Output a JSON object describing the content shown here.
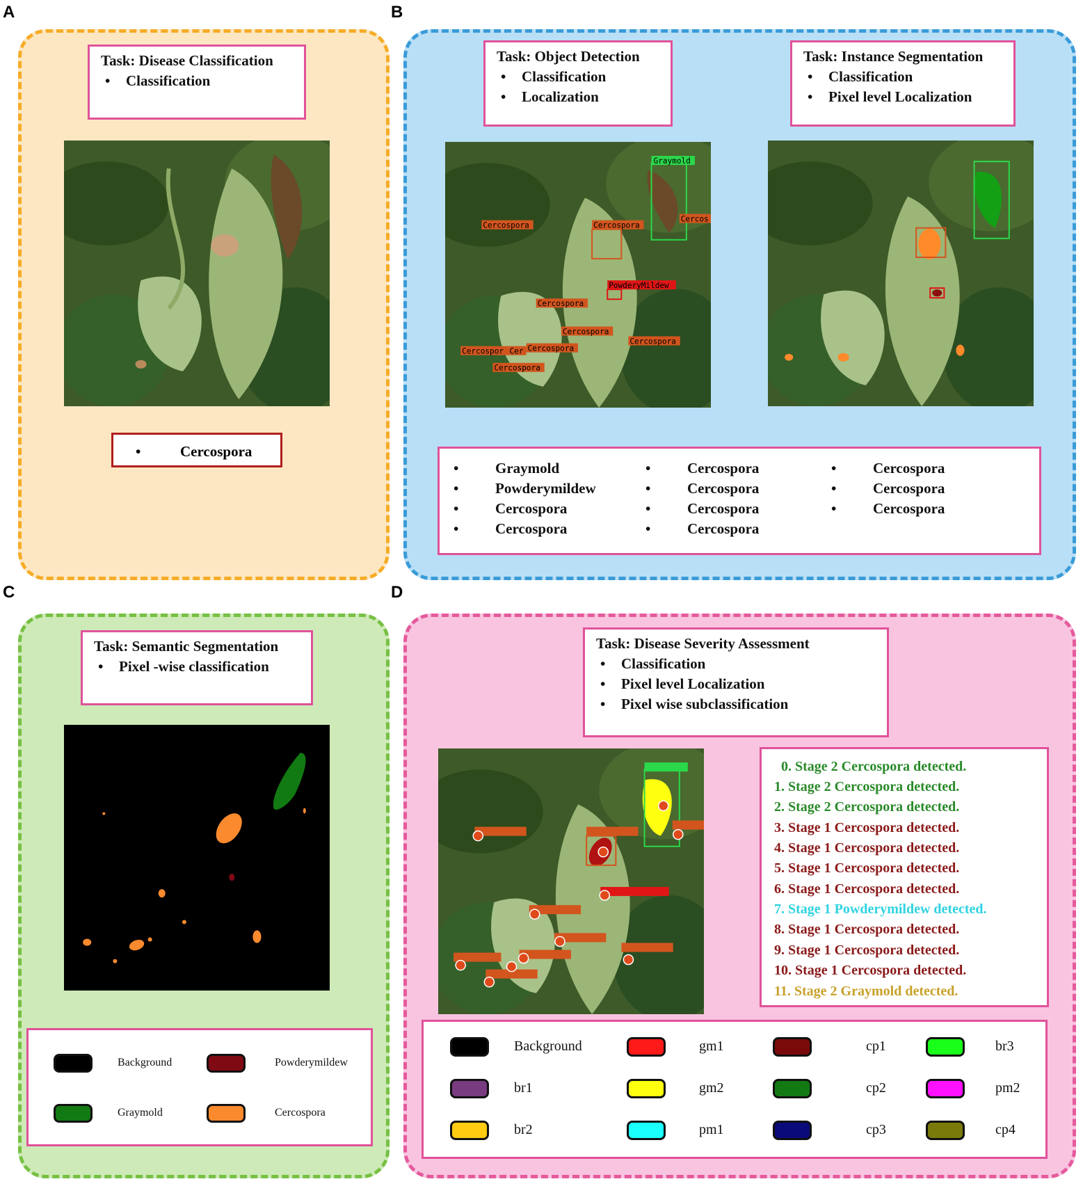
{
  "panels": {
    "A": {
      "label": "A",
      "task": {
        "title": "Task: Disease Classification",
        "items": [
          "Classification"
        ]
      },
      "result": "Cercospora"
    },
    "B": {
      "label": "B",
      "task_od": {
        "title": "Task: Object Detection",
        "items": [
          "Classification",
          "Localization"
        ]
      },
      "task_is": {
        "title": "Task: Instance Segmentation",
        "items": [
          "Classification",
          "Pixel level Localization"
        ]
      },
      "image_labels": [
        "Graymold",
        "Cercospora",
        "Cercospora",
        "Cercos",
        "PowderyMildew",
        "Cercospora",
        "Cercospora",
        "Cercospora",
        "Cercospor",
        "Cer",
        "Cercospora",
        "Cercospora"
      ],
      "results": [
        [
          "Graymold",
          "Powderymildew",
          "Cercospora",
          "Cercospora"
        ],
        [
          "Cercospora",
          "Cercospora",
          "Cercospora",
          "Cercospora"
        ],
        [
          "Cercospora",
          "Cercospora",
          "Cercospora"
        ]
      ]
    },
    "C": {
      "label": "C",
      "task": {
        "title": "Task: Semantic Segmentation",
        "items": [
          "Pixel -wise classification"
        ]
      },
      "legend": [
        {
          "label": "Background",
          "color": "#000000"
        },
        {
          "label": "Powderymildew",
          "color": "#7f0a14"
        },
        {
          "label": "Graymold",
          "color": "#127a12"
        },
        {
          "label": "Cercospora",
          "color": "#fb8a2e"
        }
      ]
    },
    "D": {
      "label": "D",
      "task": {
        "title": "Task: Disease Severity Assessment",
        "items": [
          "Classification",
          "Pixel level Localization",
          "Pixel wise subclassification"
        ]
      },
      "severity": [
        {
          "text": "0. Stage 2 Cercospora detected.",
          "color": "#2a8a2a"
        },
        {
          "text": "1. Stage 2 Cercospora detected.",
          "color": "#2a8a2a"
        },
        {
          "text": "2. Stage 2 Cercospora detected.",
          "color": "#2a8a2a"
        },
        {
          "text": "3. Stage 1 Cercospora detected.",
          "color": "#8b1a1a"
        },
        {
          "text": "4. Stage 1 Cercospora detected.",
          "color": "#8b1a1a"
        },
        {
          "text": "5. Stage 1 Cercospora detected.",
          "color": "#8b1a1a"
        },
        {
          "text": "6. Stage 1 Cercospora detected.",
          "color": "#8b1a1a"
        },
        {
          "text": "7. Stage 1 Powderymildew detected.",
          "color": "#2ed3e0"
        },
        {
          "text": "8. Stage 1 Cercospora detected.",
          "color": "#8b1a1a"
        },
        {
          "text": "9. Stage 1 Cercospora detected.",
          "color": "#8b1a1a"
        },
        {
          "text": "10. Stage 1 Cercospora detected.",
          "color": "#8b1a1a"
        },
        {
          "text": "11. Stage 2 Graymold detected.",
          "color": "#c8a12a"
        }
      ],
      "legend": [
        {
          "label": "Background",
          "color": "#000000"
        },
        {
          "label": "gm1",
          "color": "#ff1a1a"
        },
        {
          "label": "cp1",
          "color": "#7a0a0a"
        },
        {
          "label": "br3",
          "color": "#1aff1a"
        },
        {
          "label": "br1",
          "color": "#7a3c80"
        },
        {
          "label": "gm2",
          "color": "#ffff10"
        },
        {
          "label": "cp2",
          "color": "#137a13"
        },
        {
          "label": "pm2",
          "color": "#ff10ff"
        },
        {
          "label": "br2",
          "color": "#ffcc12"
        },
        {
          "label": "pm1",
          "color": "#1affff"
        },
        {
          "label": "cp3",
          "color": "#0a0a7a"
        },
        {
          "label": "cp4",
          "color": "#7a7a0a"
        }
      ]
    }
  }
}
